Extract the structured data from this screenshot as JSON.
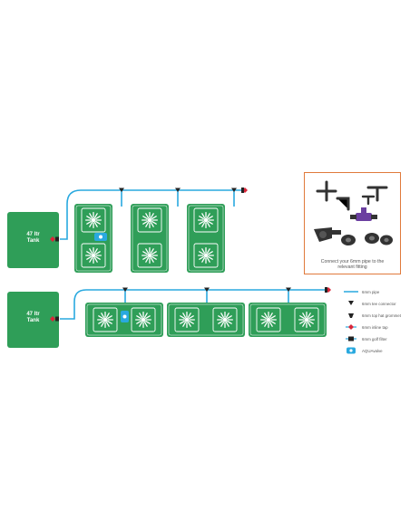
{
  "tanks": [
    {
      "label_line1": "47 ltr",
      "label_line2": "Tank"
    },
    {
      "label_line1": "47 ltr",
      "label_line2": "Tank"
    }
  ],
  "fittings_caption_line1": "Connect your 6mm pipe to the",
  "fittings_caption_line2": "relevant fitting",
  "legend": [
    {
      "label": "6mm pipe",
      "icon": "pipe-icon"
    },
    {
      "label": "6mm tee connector",
      "icon": "tee-connector-icon"
    },
    {
      "label": "6mm top hat grommet",
      "icon": "top-hat-grommet-icon"
    },
    {
      "label": "6mm inline tap",
      "icon": "inline-tap-icon"
    },
    {
      "label": "6mm golf filter",
      "icon": "golf-filter-icon"
    },
    {
      "label": "AQUAvalve",
      "icon": "aquavalve-icon"
    }
  ],
  "colors": {
    "tank_green": "#2f9e58",
    "tray_green": "#2f9e58",
    "pipe_blue": "#29a9df",
    "box_border": "#e07a3b",
    "tap_red": "#d9263a",
    "aquavalve_blue": "#29a9df",
    "fitting_dark": "#333333",
    "fitting_purple": "#6b3fa0"
  }
}
